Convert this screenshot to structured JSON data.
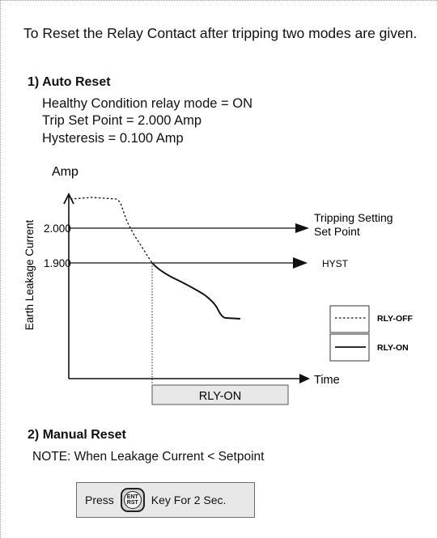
{
  "intro": "To Reset the Relay Contact after tripping two modes are given.",
  "auto_reset": {
    "number": "1)",
    "title": "Auto Reset",
    "lines": [
      "Healthy Condition relay mode = ON",
      "Trip Set Point = 2.000 Amp",
      "Hysteresis = 0.100 Amp"
    ]
  },
  "diagram": {
    "y_unit": "Amp",
    "y_axis_label": "Earth Leakage Current",
    "x_axis_label": "Time",
    "trip_value": "2.000",
    "hyst_value": "1.900",
    "trip_label_line1": "Tripping Setting",
    "trip_label_line2": "Set Point",
    "hyst_label": "HYST",
    "legend": [
      {
        "style": "dotted",
        "label": "RLY-OFF"
      },
      {
        "style": "solid",
        "label": "RLY-ON"
      }
    ],
    "state_box": "RLY-ON",
    "colors": {
      "box_fill": "#e8e8e8",
      "line": "#111111"
    }
  },
  "manual_reset": {
    "number": "2)",
    "title": "Manual Reset",
    "note": "NOTE: When Leakage Current < Setpoint",
    "press_label": "Press",
    "key_top": "ENT",
    "key_bottom": "RST",
    "key_suffix": "Key For 2 Sec.",
    "key_icon": "ent-rst-key-icon"
  }
}
